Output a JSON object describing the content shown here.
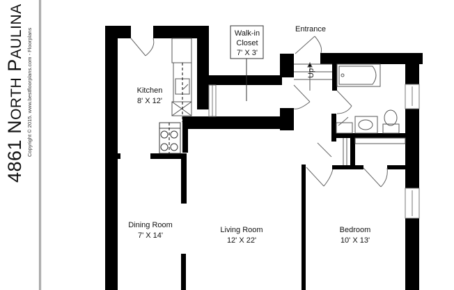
{
  "title": {
    "number": "4861",
    "n_initial": "N",
    "n_rest": "ORTH",
    "p_initial": "P",
    "p_rest": "AULINA",
    "full": "4861 North Paulina",
    "copyright": "Copyright © 2015. www.bestfloorplans.com - Floorplans"
  },
  "rooms": [
    {
      "id": "kitchen",
      "name": "Kitchen",
      "size": "8' X 12'"
    },
    {
      "id": "walk-in-closet",
      "name_line1": "Walk-in",
      "name_line2": "Closet",
      "size": "7' X 3'"
    },
    {
      "id": "entrance",
      "name": "Entrance"
    },
    {
      "id": "dining-room",
      "name": "Dining Room",
      "size": "7' X 14'"
    },
    {
      "id": "living-room",
      "name": "Living Room",
      "size": "12' X 22'"
    },
    {
      "id": "bedroom",
      "name": "Bedroom",
      "size": "10' X 13'"
    }
  ],
  "stairs": {
    "label": "Up"
  },
  "colors": {
    "wall": "#000000",
    "fixture_line": "#555555",
    "background": "#ffffff"
  }
}
